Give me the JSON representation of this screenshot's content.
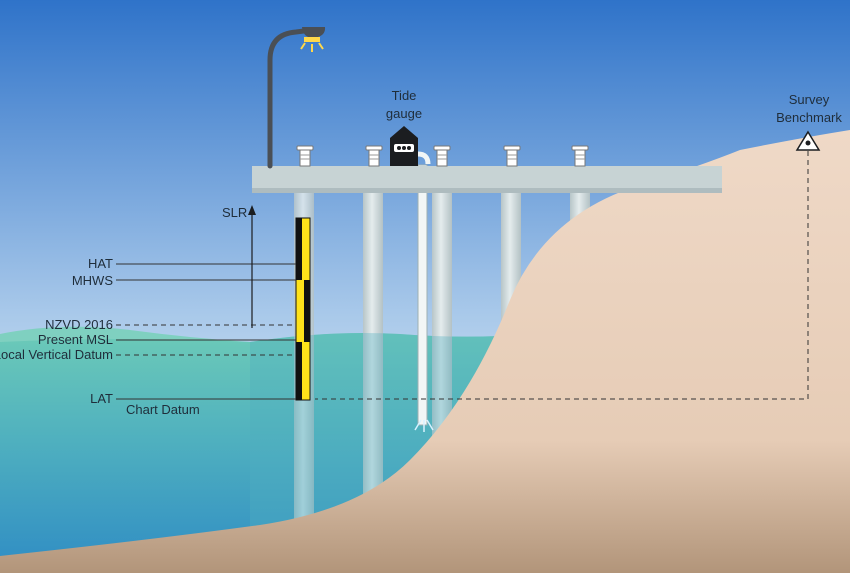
{
  "labels": {
    "tide_gauge_line1": "Tide",
    "tide_gauge_line2": "gauge",
    "survey_line1": "Survey",
    "survey_line2": "Benchmark",
    "slr": "SLR",
    "hat": "HAT",
    "mhws": "MHWS",
    "nzvd": "NZVD 2016",
    "present_msl": "Present MSL",
    "local_vertical_datum": "Local Vertical Datum",
    "lat": "LAT",
    "chart_datum": "Chart Datum"
  },
  "colors": {
    "sky_top": "#2f73c9",
    "sky_bottom": "#ffffff",
    "water_top": "#6ccab8",
    "water_bottom": "#2f8cc4",
    "land": "#ecd3bf",
    "land_shadow": "#a6886c",
    "wharf": "#c7d3d4",
    "pile": "#cfdadc",
    "staff_yellow": "#ffe21a",
    "staff_black": "#111111",
    "lamp_post": "#4a4f55",
    "lamp_light": "#ffd84a"
  },
  "icons": {
    "tide_gauge": "tide-gauge-box-icon",
    "benchmark": "benchmark-triangle-icon",
    "street_lamp": "street-lamp-icon",
    "bollard": "bollard-icon"
  }
}
